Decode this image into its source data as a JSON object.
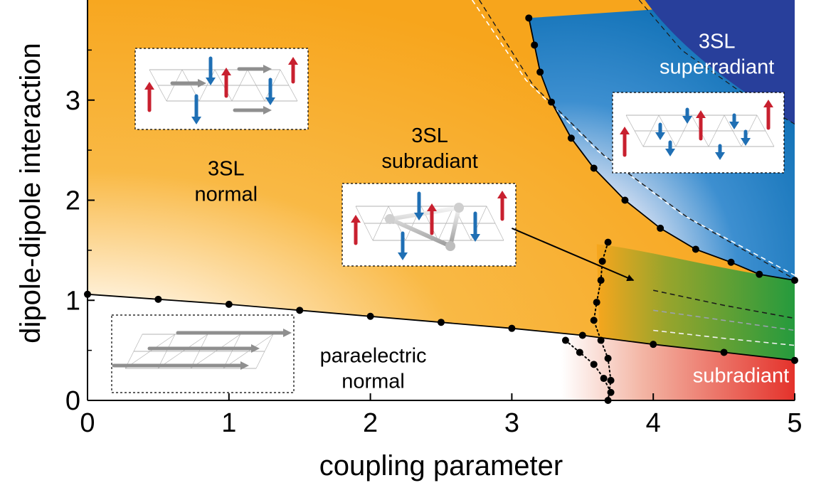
{
  "chart_data": {
    "type": "phase-diagram",
    "xlabel": "coupling parameter",
    "ylabel": "dipole-dipole interaction",
    "xlim": [
      0,
      5
    ],
    "ylim": [
      0,
      4.0
    ],
    "xticks": [
      0,
      1,
      2,
      3,
      4,
      5
    ],
    "yticks": [
      0,
      1,
      2,
      3
    ],
    "colors": {
      "normal_3sl": "#f7a51c",
      "superradiant": "#0a6db3",
      "deep_blue": "#283f9b",
      "green": "#1a9a3f",
      "red": "#e4322b",
      "paraelectric": "#ffffff"
    },
    "regions": [
      {
        "label_lines": [
          "3SL",
          "normal"
        ],
        "label_pos": [
          0.98,
          2.25
        ],
        "color": "#000000"
      },
      {
        "label_lines": [
          "3SL",
          "subradiant"
        ],
        "label_pos": [
          2.42,
          2.58
        ],
        "color": "#000000"
      },
      {
        "label_lines": [
          "3SL",
          "superradiant"
        ],
        "label_pos": [
          4.45,
          3.52
        ],
        "color": "#ffffff"
      },
      {
        "label_lines": [
          "paraelectric",
          "normal"
        ],
        "label_pos": [
          2.02,
          0.38
        ],
        "color": "#000000"
      },
      {
        "label_lines": [
          "subradiant"
        ],
        "label_pos": [
          4.62,
          0.18
        ],
        "color": "#ffffff"
      }
    ],
    "series": [
      {
        "style": "solid-markers",
        "points": [
          [
            0,
            1.06
          ],
          [
            0.5,
            1.01
          ],
          [
            1,
            0.96
          ],
          [
            1.5,
            0.9
          ],
          [
            2,
            0.84
          ],
          [
            2.5,
            0.78
          ],
          [
            3,
            0.72
          ],
          [
            3.5,
            0.65
          ],
          [
            4,
            0.56
          ],
          [
            4.5,
            0.48
          ],
          [
            5,
            0.4
          ]
        ]
      },
      {
        "style": "solid-markers",
        "points": [
          [
            3.12,
            3.82
          ],
          [
            3.16,
            3.55
          ],
          [
            3.2,
            3.28
          ],
          [
            3.28,
            2.98
          ],
          [
            3.42,
            2.62
          ],
          [
            3.58,
            2.32
          ],
          [
            3.8,
            2.0
          ],
          [
            4.05,
            1.72
          ],
          [
            4.3,
            1.51
          ],
          [
            4.55,
            1.38
          ],
          [
            4.75,
            1.26
          ],
          [
            5,
            1.2
          ]
        ]
      },
      {
        "style": "dotted-markers",
        "points": [
          [
            3.68,
            1.58
          ],
          [
            3.64,
            1.39
          ],
          [
            3.63,
            1.2
          ],
          [
            3.6,
            0.98
          ],
          [
            3.58,
            0.8
          ],
          [
            3.63,
            0.6
          ],
          [
            3.68,
            0.42
          ],
          [
            3.7,
            0.2
          ],
          [
            3.68,
            0.0
          ]
        ]
      },
      {
        "style": "dotted-markers",
        "points": [
          [
            3.38,
            0.6
          ],
          [
            3.48,
            0.48
          ],
          [
            3.58,
            0.36
          ],
          [
            3.65,
            0.22
          ],
          [
            3.7,
            0.08
          ]
        ]
      }
    ],
    "annotations": [
      {
        "type": "arrow",
        "from": [
          3.0,
          1.72
        ],
        "to": [
          3.86,
          1.2
        ]
      }
    ],
    "grid": false,
    "legend": "none"
  }
}
